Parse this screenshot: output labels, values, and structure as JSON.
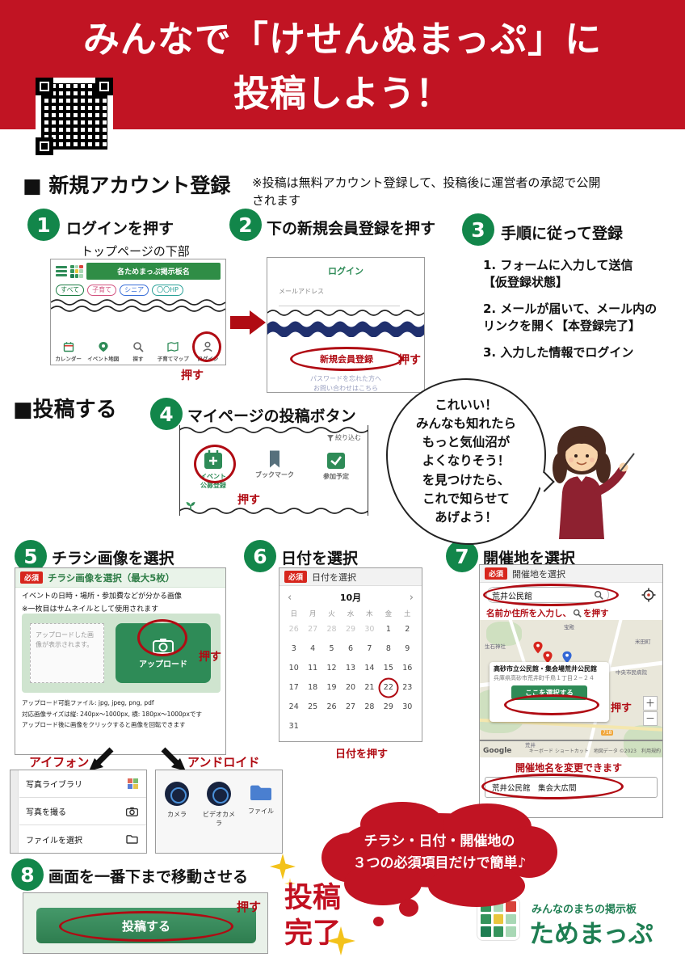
{
  "colors": {
    "header_red": "#c11423",
    "accent_red": "#b00b13",
    "step_green": "#12864a",
    "ui_green": "#2e8b57",
    "badge_red": "#d7261d",
    "navy": "#20306e",
    "logo_green": "#1e7e52"
  },
  "header": {
    "line1": "みんなで「けせんぬまっぷ」に",
    "line2": "投稿しよう！"
  },
  "register": {
    "heading": "■ 新規アカウント登録",
    "note": "※投稿は無料アカウント登録して、投稿後に運営者の承認で公開\nされます"
  },
  "step1": {
    "num": "1",
    "title": "ログインを押す",
    "caption": "トップページの下部",
    "app_title": "各ためまっぷ掲示板名",
    "chips": [
      "すべて",
      "子育て",
      "シニア",
      "〇〇HP"
    ],
    "nav": [
      "カレンダー",
      "イベント地図",
      "探す",
      "子育てマップ",
      "ログイン"
    ],
    "press": "押す"
  },
  "step2": {
    "num": "2",
    "title": "下の新規会員登録を押す",
    "login_title": "ログイン",
    "email_label": "メールアドレス",
    "register_link": "新規会員登録",
    "press": "押す",
    "forgot": "パスワードを忘れた方へ",
    "contact": "お問い合わせはこちら"
  },
  "step3": {
    "num": "3",
    "title": "手順に従って登録",
    "items": [
      "1.  フォームに入力して送信\n 【仮登録状態】",
      "2.  メールが届いて、メール内の\n リンクを開く【本登録完了】",
      "3.  入力した情報でログイン"
    ]
  },
  "post_heading": "■投稿する",
  "step4": {
    "num": "4",
    "title": "マイページの投稿ボタン",
    "filter": "絞り込む",
    "actions": [
      "イベント\n公募登録",
      "ブックマーク",
      "参加予定"
    ],
    "press": "押す"
  },
  "speech": {
    "text": "これいい！\nみんなも知れたら\nもっと気仙沼が\nよくなりそう！\nを見つけたら、\nこれで知らせて\nあげよう！"
  },
  "step5": {
    "num": "5",
    "title": "チラシ画像を選択",
    "required": "必須",
    "panel_title": "チラシ画像を選択（最大5枚）",
    "desc1": "イベントの日時・場所・参加費などが分かる画像",
    "desc2": "※一枚目はサムネイルとして使用されます",
    "placeholder": "アップロードした画像が表示されます。",
    "upload": "アップロード",
    "press": "押す",
    "note1": "アップロード可能ファイル: jpg, jpeg, png, pdf",
    "note2": "対応画像サイズは縦: 240px〜1000px, 横: 180px〜1000pxです",
    "note3": "アップロード後に画像をクリックすると画像を回転できます",
    "iphone": "アイフォン",
    "android": "アンドロイド",
    "iphone_menu": [
      "写真ライブラリ",
      "写真を撮る",
      "ファイルを選択"
    ],
    "android_menu": [
      "カメラ",
      "ビデオカメラ",
      "ファイル"
    ]
  },
  "step6": {
    "num": "6",
    "title": "日付を選択",
    "required": "必須",
    "panel_title": "日付を選択",
    "prev": "‹",
    "next": "›",
    "month": "10月",
    "dow": [
      "日",
      "月",
      "火",
      "水",
      "木",
      "金",
      "土"
    ],
    "days": [
      "26",
      "27",
      "28",
      "29",
      "30",
      "1",
      "2",
      "3",
      "4",
      "5",
      "6",
      "7",
      "8",
      "9",
      "10",
      "11",
      "12",
      "13",
      "14",
      "15",
      "16",
      "17",
      "18",
      "19",
      "20",
      "21",
      "22",
      "23",
      "24",
      "25",
      "26",
      "27",
      "28",
      "29",
      "30",
      "31"
    ],
    "press_note": "日付を押す"
  },
  "step7": {
    "num": "7",
    "title": "開催地を選択",
    "required": "必須",
    "panel_title": "開催地を選択",
    "search_value": "荒井公民館",
    "hint_pre": "名前か住所を入力し、",
    "hint_post": "を押す",
    "map_labels": {
      "shrine": "生石神社",
      "station_top": "宝殿",
      "town": "米田町",
      "hospital": "中央市民病院",
      "station": "荒井",
      "route": "718"
    },
    "popup_title": "高砂市立公民館・集会場荒井公民館",
    "popup_addr": "兵庫県高砂市荒井町千鳥１丁目２−２４",
    "select_btn": "ここを選択する",
    "press": "押す",
    "zoom_in": "＋",
    "zoom_out": "－",
    "google": "Google",
    "attribution": "キーボード ショートカット　地図データ ©2023　利用規約",
    "change_note": "開催地名を変更できます",
    "venue": "荒井公民館　集会大広間"
  },
  "blob": {
    "line1": "チラシ・日付・開催地の",
    "line2": "３つの必須項目だけで簡単♪"
  },
  "step8": {
    "num": "8",
    "title": "画面を一番下まで移動させる",
    "button": "投稿する",
    "press": "押す"
  },
  "done": {
    "text": "投稿\n完了"
  },
  "logo": {
    "tagline": "みんなのまちの掲示板",
    "name": "ためまっぷ"
  }
}
